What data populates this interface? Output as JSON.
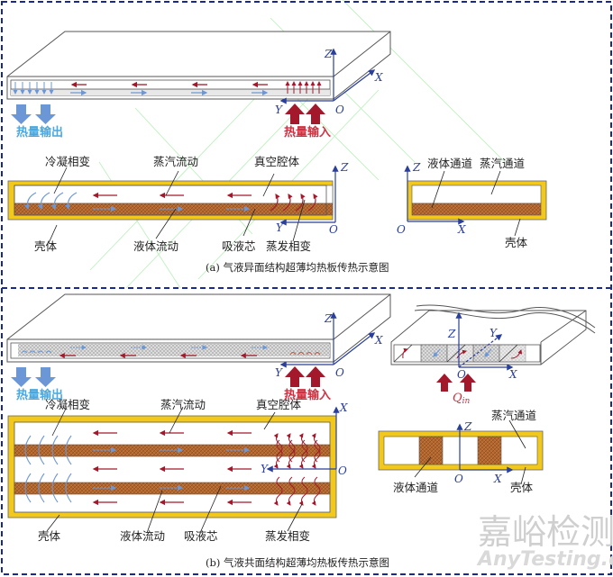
{
  "colors": {
    "frame": "#1a2a8c",
    "shell": "#f2c81b",
    "wick": "#b5672e",
    "vapor_arrow": "#a3192b",
    "liquid_arrow": "#6c97d6",
    "heat_in": "#a3192b",
    "heat_out": "#6c97d6",
    "axis": "#2a3f9a",
    "watermark_lines": "#b8f0b8"
  },
  "panel_a": {
    "iso": {
      "heat_output": "热量输出",
      "heat_input": "热量输入",
      "axes": {
        "z": "Z",
        "x": "X",
        "y": "Y",
        "o": "O"
      }
    },
    "side_section": {
      "labels": {
        "condensation": "冷凝相变",
        "vapor_flow": "蒸汽流动",
        "vacuum_chamber": "真空腔体",
        "shell": "壳体",
        "liquid_flow": "液体流动",
        "wick": "吸液芯",
        "evaporation": "蒸发相变"
      },
      "axes": {
        "z": "Z",
        "y": "Y",
        "o": "O"
      }
    },
    "cross_section": {
      "labels": {
        "liquid_channel": "液体通道",
        "vapor_channel": "蒸汽通道",
        "shell": "壳体"
      },
      "axes": {
        "z": "Z",
        "x": "X",
        "o": "O"
      }
    },
    "caption": "(a) 气液异面结构超薄均热板传热示意图"
  },
  "panel_b": {
    "iso": {
      "heat_output": "热量输出",
      "heat_input": "热量输入",
      "axes": {
        "z": "Z",
        "x": "X",
        "y": "Y",
        "o": "O"
      }
    },
    "iso_section": {
      "q_in": "Q",
      "q_in_sub": "in",
      "axes": {
        "z": "Z",
        "x": "X",
        "y": "Y",
        "o": "O"
      }
    },
    "top_section": {
      "labels": {
        "condensation": "冷凝相变",
        "vapor_flow": "蒸汽流动",
        "vacuum_chamber": "真空腔体",
        "shell": "壳体",
        "liquid_flow": "液体流动",
        "wick": "吸液芯",
        "evaporation": "蒸发相变"
      },
      "axes": {
        "x": "X",
        "y": "Y",
        "o": "O"
      }
    },
    "cross_section": {
      "labels": {
        "vapor_channel": "蒸汽通道",
        "liquid_channel": "液体通道",
        "shell": "壳体"
      },
      "axes": {
        "z": "Z",
        "x": "X",
        "o": "O"
      }
    },
    "caption": "(b) 气液共面结构超薄均热板传热示意图"
  },
  "watermark": {
    "name": "嘉峪检测网",
    "url": "AnyTesting.com"
  }
}
